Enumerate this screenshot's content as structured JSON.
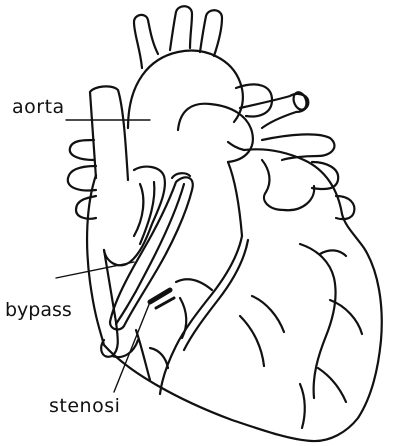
{
  "labels": {
    "aorta": "aorta",
    "bypass": "bypass",
    "stenosi": "stenosi"
  },
  "colors": {
    "outline": "#111111",
    "background": "#ffffff",
    "stenosis_mark": "#111111"
  }
}
